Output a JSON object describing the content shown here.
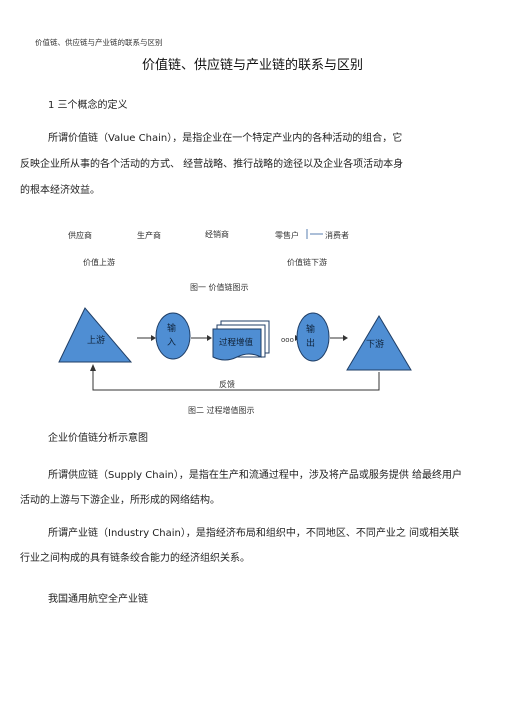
{
  "header": {
    "running_title": "价值链、供应链与产业链的联系与区别"
  },
  "title": "价值链、供应链与产业链的联系与区别",
  "section1": {
    "heading": "1 三个概念的定义"
  },
  "value_chain": {
    "line1": "所谓价值链（Value Chain），是指企业在一个特定产业内的各种活动的组合，它",
    "line2": "反映企业所从事的各个活动的方式、  经营战略、推行战略的途径以及企业各项活动本身",
    "line3": "的根本经济效益。"
  },
  "figure1": {
    "nodes": [
      "供应商",
      "生产商",
      "经销商",
      "零售户",
      "消费者"
    ],
    "upstream": "价值上游",
    "downstream": "价值链下游",
    "caption": "图一        价值链图示"
  },
  "figure2": {
    "upstream": "上游",
    "input": [
      "输",
      "入"
    ],
    "process": "过程增值",
    "output": [
      "输",
      "出"
    ],
    "downstream": "下游",
    "feedback": "反馈",
    "caption": "图二        过程增值图示"
  },
  "figure_caption": "企业价值链分析示意图",
  "supply_chain": {
    "line1": "所谓供应链（Supply Chain），是指在生产和流通过程中，涉及将产品或服务提供  给最终用户",
    "line2": "活动的上游与下游企业，所形成的网络结构。"
  },
  "industry_chain": {
    "line1": "所谓产业链（Industry Chain），是指经济布局和组织中，不同地区、不同产业之  间或相关联",
    "line2": "行业之间构成的具有链条绞合能力的经济组织关系。"
  },
  "aviation": {
    "heading": "我国通用航空全产业链"
  },
  "colors": {
    "shape_fill": "#4f8ed3",
    "shape_stroke": "#1f3e66",
    "arrow": "#333333"
  }
}
